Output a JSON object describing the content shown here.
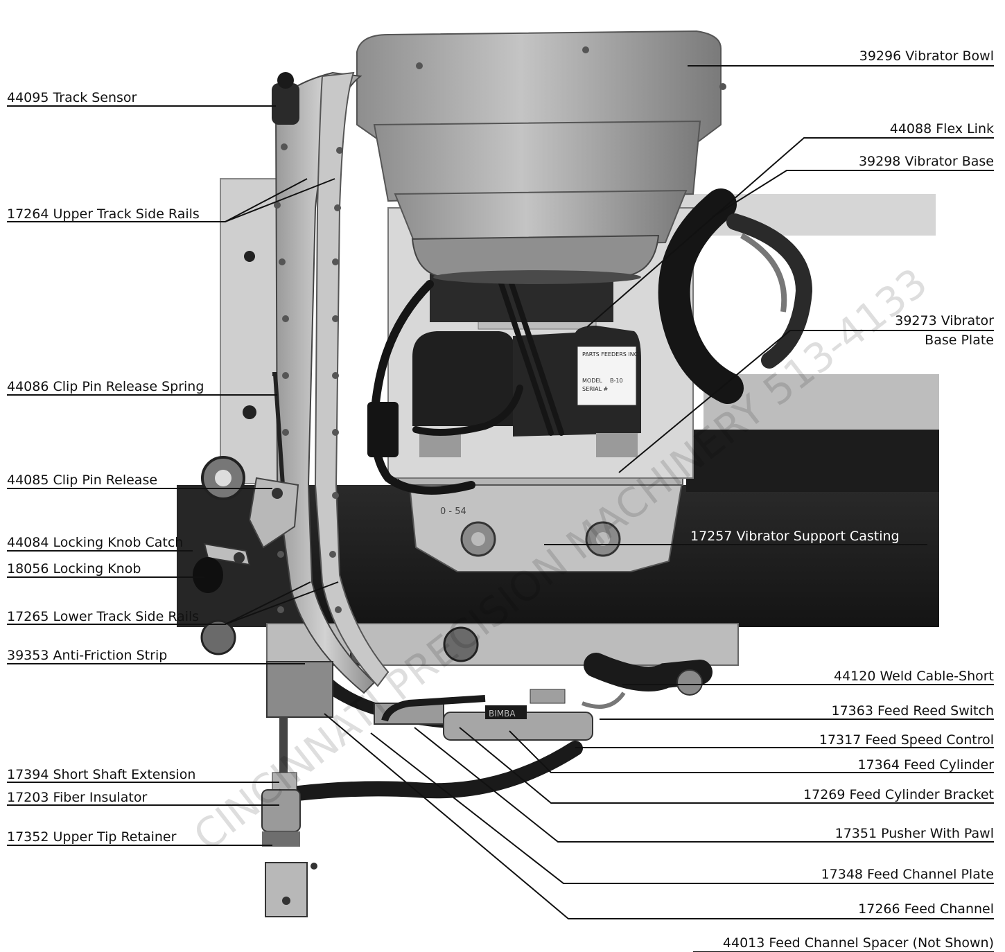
{
  "labels": {
    "l44095": "44095 Track Sensor",
    "l17264": "17264 Upper Track Side Rails",
    "l44086": "44086 Clip Pin Release Spring",
    "l44085": "44085 Clip Pin Release",
    "l44084": "44084 Locking Knob Catch",
    "l18056": "18056 Locking Knob",
    "l17265": "17265 Lower Track Side Rails",
    "l39353": "39353 Anti-Friction Strip",
    "l17394": "17394 Short Shaft Extension",
    "l17203": "17203 Fiber Insulator",
    "l17352": "17352 Upper Tip Retainer",
    "l39296": "39296 Vibrator Bowl",
    "l44088": "44088 Flex Link",
    "l39298": "39298 Vibrator Base",
    "l39273a": "39273 Vibrator",
    "l39273b": "Base Plate",
    "l17257": "17257 Vibrator Support Casting",
    "l44120": "44120 Weld Cable-Short",
    "l17363": "17363 Feed Reed Switch",
    "l17317": "17317 Feed Speed Control",
    "l17364": "17364 Feed Cylinder",
    "l17269": "17269 Feed Cylinder Bracket",
    "l17351": "17351 Pusher With Pawl",
    "l17348": "17348 Feed Channel Plate",
    "l17266": "17266 Feed Channel",
    "l44013": "44013 Feed Channel Spacer (Not Shown)"
  },
  "photo": {
    "tag": "PARTS FEEDERS INC.",
    "model_label": "MODEL",
    "model_value": "B-10",
    "serial_label": "SERIAL #",
    "cylinder_brand": "BIMBA",
    "casting_mark": "0 - 54"
  },
  "watermark": "CINCINNATI PRECISION MACHINERY 513-4133",
  "colors": {
    "bowl": "#a8a8a8",
    "frame_dark": "#1e1e1e",
    "panel_light": "#c9c9c9",
    "rail": "#bdbdbd",
    "leader": "#111111"
  }
}
